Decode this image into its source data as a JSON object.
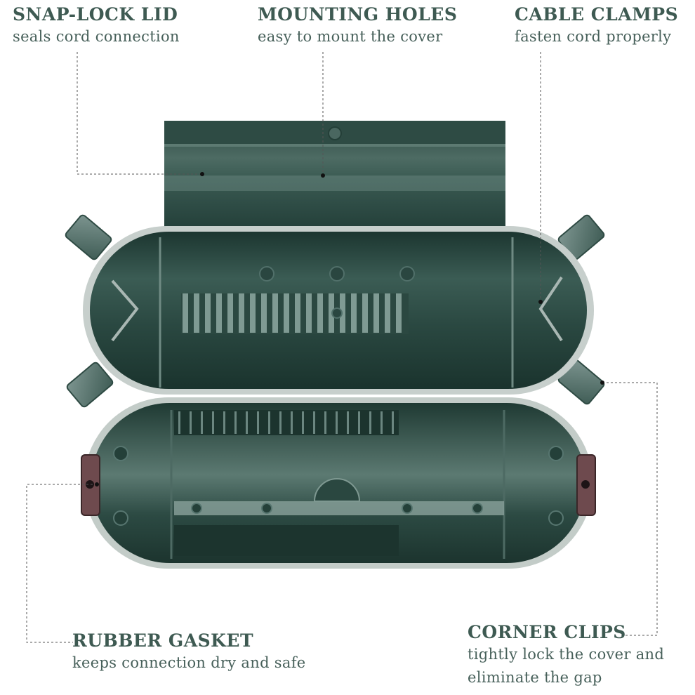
{
  "callouts": {
    "snap_lock_lid": {
      "title": "SNAP-LOCK LID",
      "desc": "seals cord connection"
    },
    "mounting_holes": {
      "title": "MOUNTING HOLES",
      "desc": "easy to mount the cover"
    },
    "cable_clamps": {
      "title": "CABLE CLAMPS",
      "desc": "fasten cord properly"
    },
    "rubber_gasket": {
      "title": "RUBBER GASKET",
      "desc": "keeps connection dry and safe"
    },
    "corner_clips": {
      "title": "CORNER CLIPS",
      "desc": "tightly lock  the cover and eliminate the gap"
    }
  },
  "colors": {
    "text": "#3e5a52",
    "body_dark": "#1f3a33",
    "body_mid": "#2f4f47",
    "body_light": "#6d8a82",
    "rim": "#b9c3bf",
    "gasket": "#6e4a4e"
  }
}
